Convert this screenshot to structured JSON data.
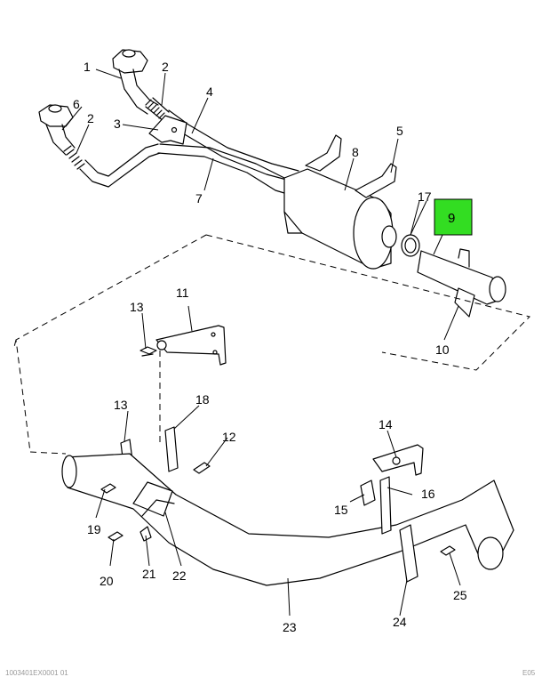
{
  "callouts": {
    "c1": "1",
    "c2a": "2",
    "c2b": "2",
    "c3": "3",
    "c4": "4",
    "c5": "5",
    "c6": "6",
    "c7": "7",
    "c8": "8",
    "c9": "9",
    "c10": "10",
    "c11": "11",
    "c12": "12",
    "c13a": "13",
    "c13b": "13",
    "c14": "14",
    "c15": "15",
    "c16": "16",
    "c17": "17",
    "c18": "18",
    "c19": "19",
    "c20": "20",
    "c21": "21",
    "c22": "22",
    "c23": "23",
    "c24": "24",
    "c25": "25"
  },
  "highlight": {
    "part": "9",
    "color": "#33dd22"
  },
  "footer": {
    "left": "1003401EX0001 01",
    "right": "E05"
  }
}
